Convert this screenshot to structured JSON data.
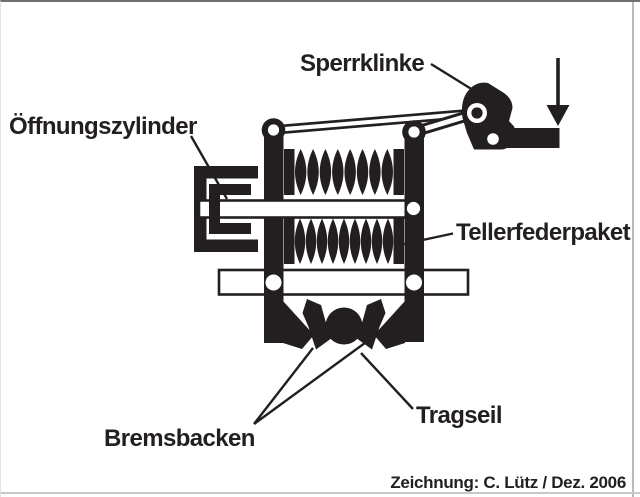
{
  "diagram": {
    "labels": {
      "oeffnungszylinder": "Öffnungszylinder",
      "sperrklinke": "Sperrklinke",
      "tellerfederpaket": "Tellerfederpaket",
      "bremsbacken": "Bremsbacken",
      "tragseil": "Tragseil"
    },
    "credit": "Zeichnung: C. Lütz / Dez. 2006",
    "colors": {
      "ink": "#231f20",
      "background": "#ffffff"
    },
    "icons": {
      "force_arrow": "down-arrow"
    }
  }
}
